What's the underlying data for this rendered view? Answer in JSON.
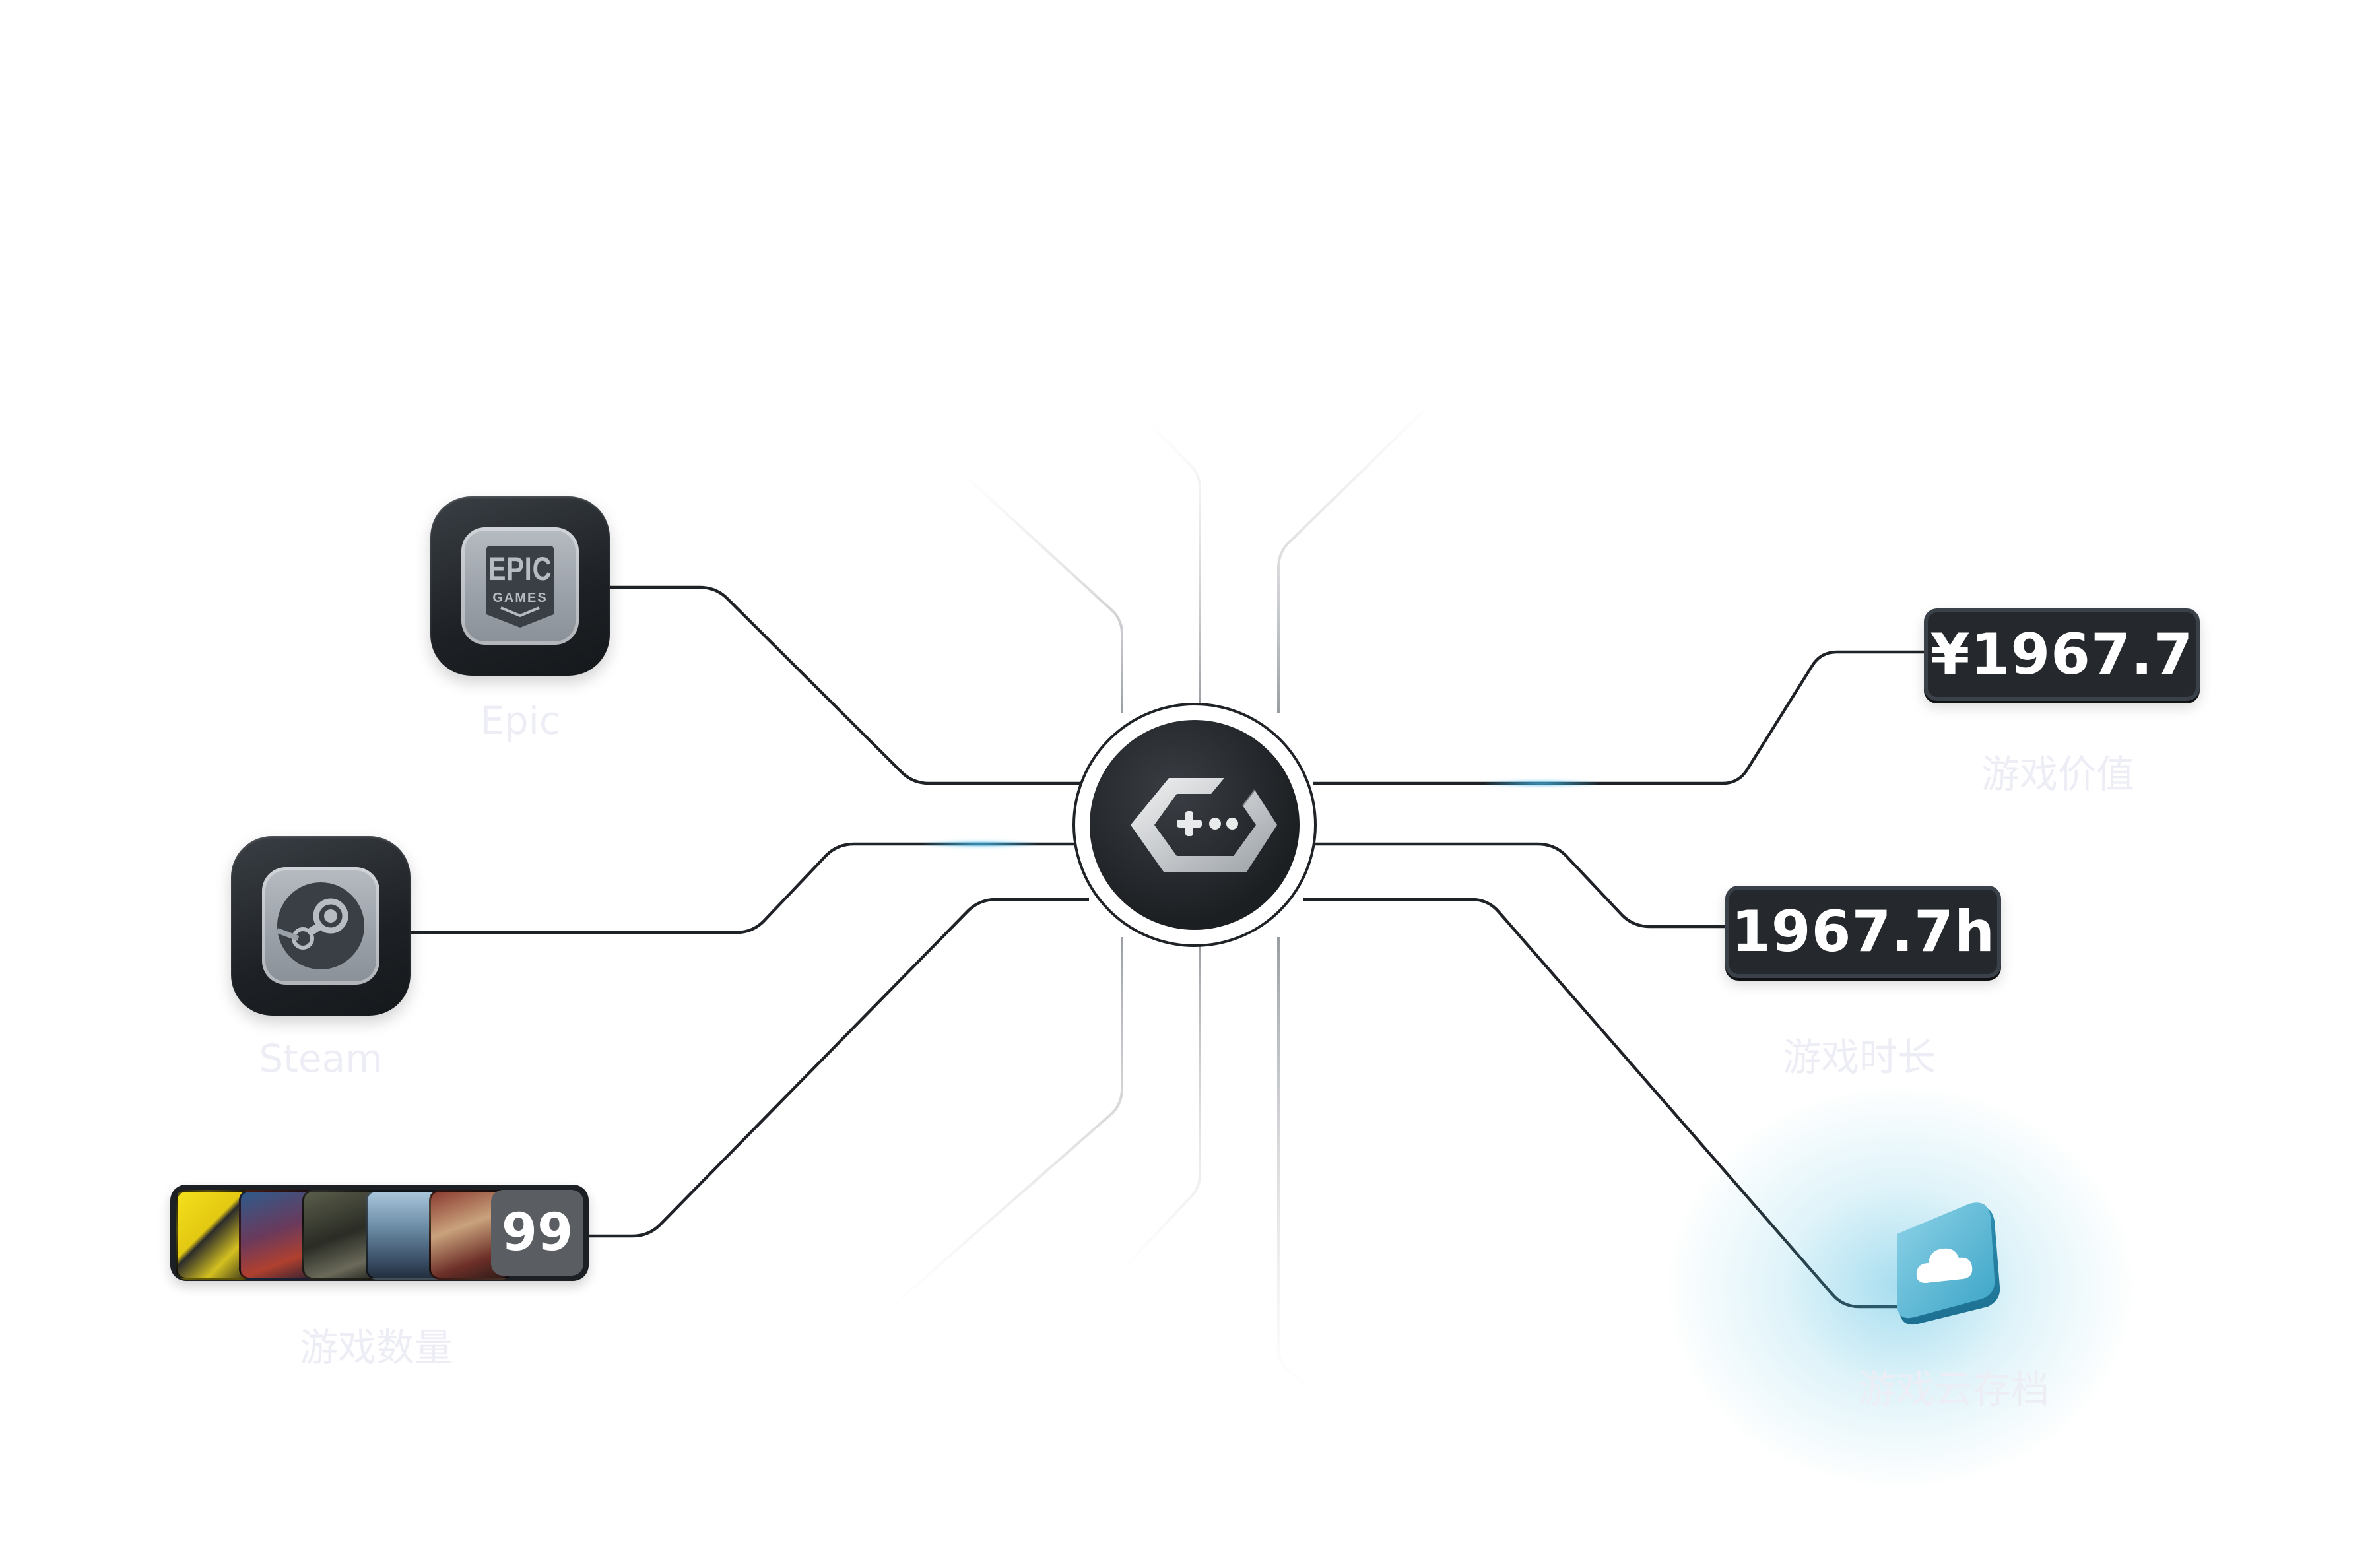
{
  "sources": {
    "epic": {
      "logo_line1": "EPIC",
      "logo_line2": "GAMES",
      "label": "Epic"
    },
    "steam": {
      "label": "Steam"
    },
    "library": {
      "count": "99",
      "label": "游戏数量"
    }
  },
  "stats": {
    "value": {
      "amount": "¥1967.7",
      "label": "游戏价值"
    },
    "playtime": {
      "amount": "1967.7h",
      "label": "游戏时长"
    },
    "cloud": {
      "label": "游戏云存档"
    }
  },
  "colors": {
    "wire": "#1f2226",
    "faint_wire": "#c9ccd0",
    "glow": "#46bef0",
    "badge_bg": "#25292e",
    "caption": "#edeef5"
  },
  "icons": [
    "epic-games-logo-icon",
    "steam-logo-icon",
    "controller-hub-icon",
    "cloud-icon"
  ]
}
